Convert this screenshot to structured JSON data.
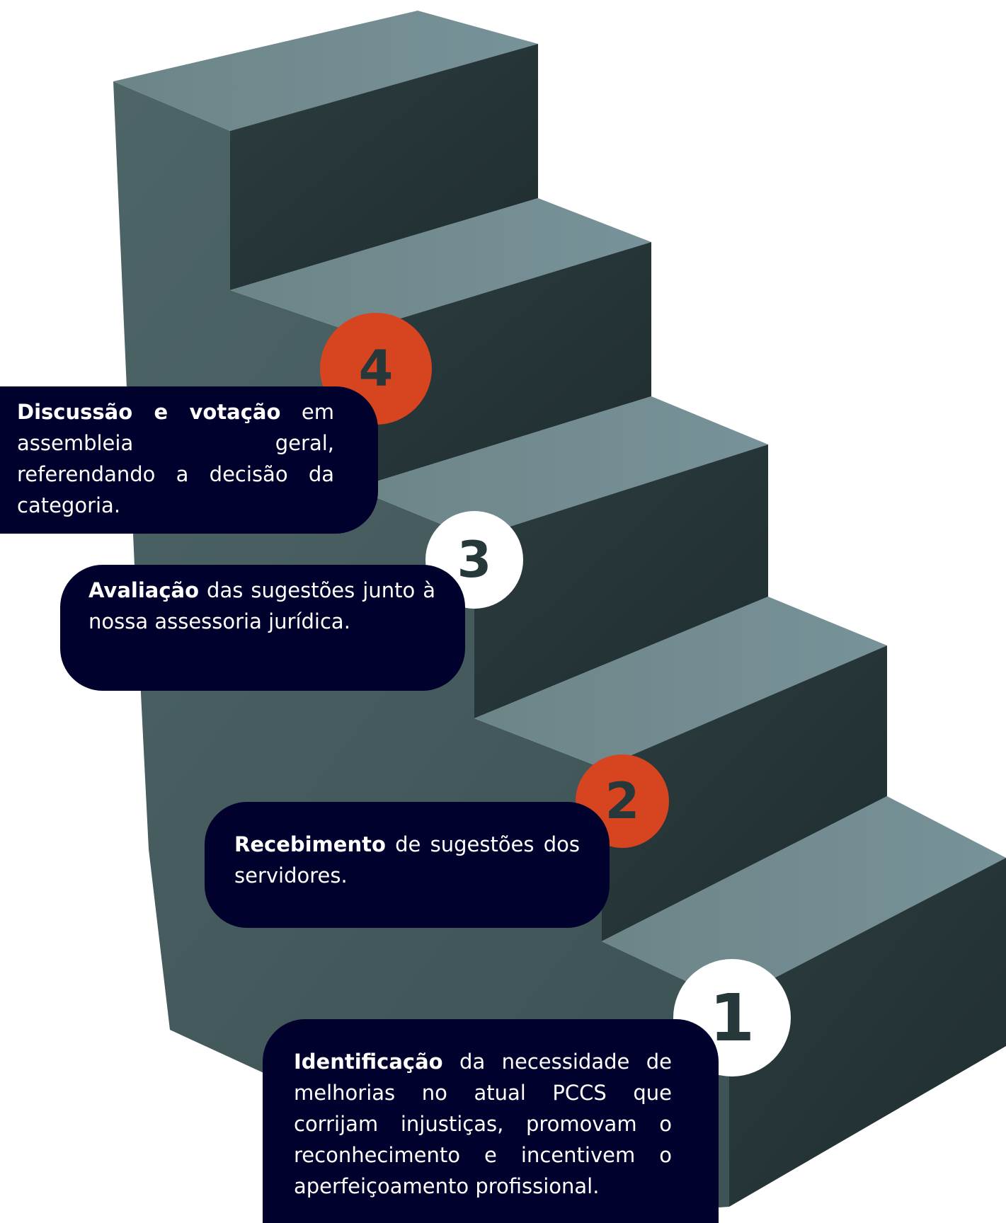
{
  "steps": [
    {
      "number": "1",
      "title": "Identificação",
      "text": "da necessidade de melhorias no atual PCCS que corrijam injustiças, promovam o reconhecimento e incentivem o aperfeiçoamento profissional.",
      "badge_color": "#ffffff"
    },
    {
      "number": "2",
      "title": "Recebimento",
      "text": "de sugestões dos servidores.",
      "badge_color": "#d64520"
    },
    {
      "number": "3",
      "title": "Avaliação",
      "text": "das sugestões junto à nossa assessoria jurídica.",
      "badge_color": "#ffffff"
    },
    {
      "number": "4",
      "title": "Discussão e votação",
      "text": "em assembleia geral, referendando a decisão da categoria.",
      "badge_color": "#d64520"
    }
  ],
  "colors": {
    "card_background": "#00012c",
    "card_text": "#ffffff",
    "badge_accent": "#d64520",
    "stair_top": "#6c898b",
    "stair_riser": "#263538",
    "stair_side": "#44595b"
  }
}
